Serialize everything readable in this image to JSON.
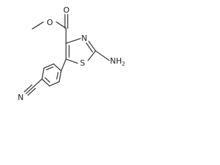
{
  "molecule": {
    "atoms": {
      "methyl_ester_O": "O",
      "carbonyl_O": "O",
      "ring_N": "N",
      "ring_S": "S",
      "amine": "NH",
      "amine_h_count": "2",
      "nitrile_N": "N"
    }
  }
}
